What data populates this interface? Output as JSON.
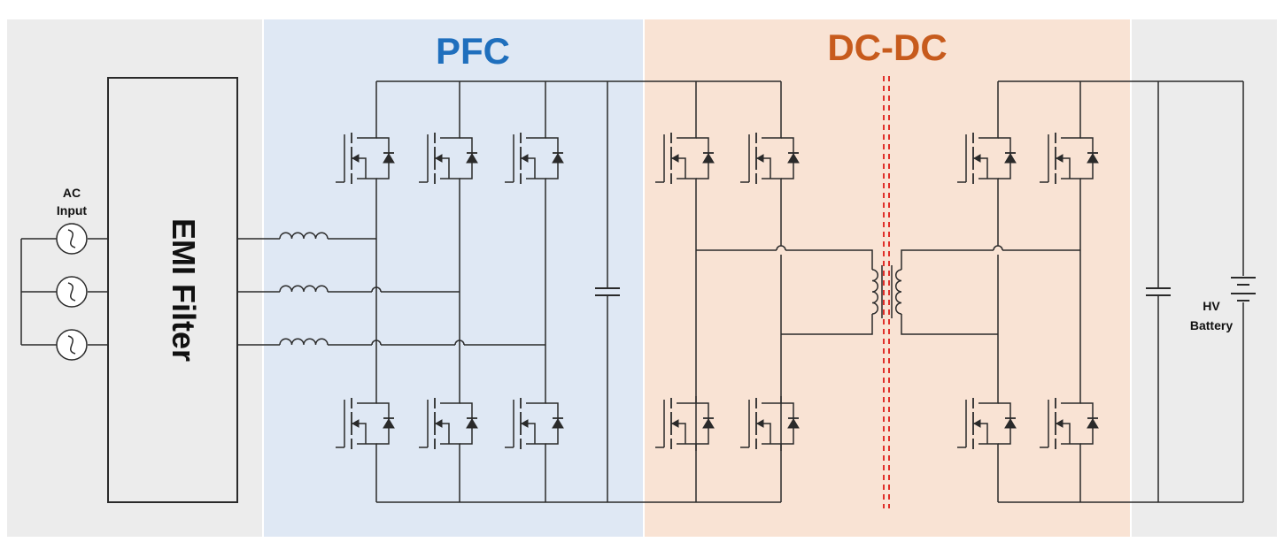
{
  "colors": {
    "background": "#ffffff",
    "panel_gray": "#ececec",
    "panel_pfc": "#dfe8f4",
    "panel_dcdc": "#f9e3d4",
    "pfc_title": "#1f6fbd",
    "dcdc_title": "#c75b1d",
    "isolation_line": "#e0302a",
    "wire": "#2a2a2a",
    "text": "#111111"
  },
  "sections": {
    "pfc_title": "PFC",
    "dcdc_title": "DC-DC"
  },
  "blocks": {
    "emi_filter": "EMI Filter"
  },
  "labels": {
    "ac_input_line1": "AC",
    "ac_input_line2": "Input",
    "hv_battery_line1": "HV",
    "hv_battery_line2": "Battery"
  },
  "icons": {
    "ac_source": "ac-source-icon",
    "inductor": "inductor-icon",
    "mosfet": "mosfet-icon",
    "capacitor": "capacitor-icon",
    "transformer": "transformer-icon",
    "battery": "battery-icon"
  }
}
